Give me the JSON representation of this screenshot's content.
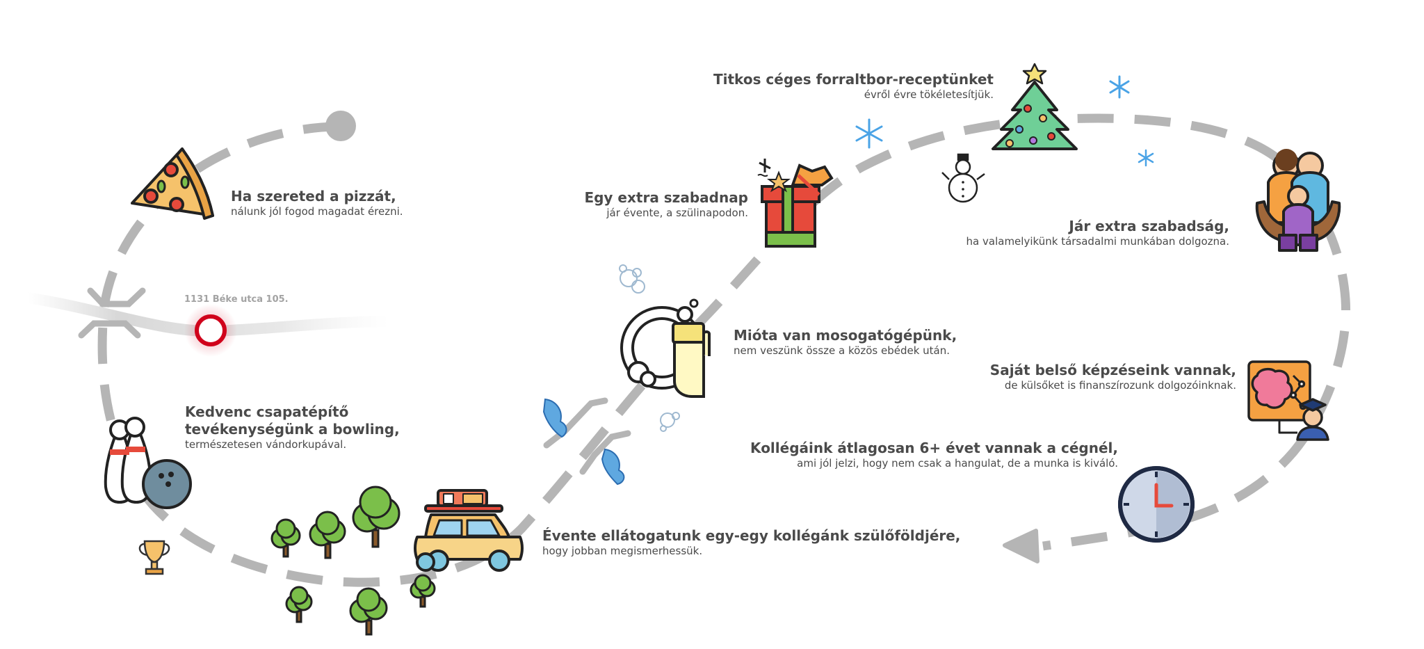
{
  "address": "1131 Béke utca 105.",
  "colors": {
    "path": "#b5b5b5",
    "accent": "#d0021b"
  },
  "items": [
    {
      "title": "Ha szereted a pizzát,",
      "text": "nálunk jól fogod magadat érezni.",
      "icon": "pizza-icon"
    },
    {
      "title": "Kedvenc csapatépítő",
      "title2": "tevékenységünk a bowling,",
      "text": "természetesen vándorkupával.",
      "icon": "bowling-icon"
    },
    {
      "title": "Évente ellátogatunk egy-egy kollégánk szülőföldjére,",
      "text": "hogy jobban megismerhessük.",
      "icon": "car-icon"
    },
    {
      "title": "Mióta van mosogatógépünk,",
      "text": "nem veszünk össze a közös ebédek után.",
      "icon": "dish-washing-icon"
    },
    {
      "title": "Egy extra szabadnap",
      "text": "jár évente, a szülinapodon.",
      "icon": "gift-icon"
    },
    {
      "title": "Titkos céges forraltbor-receptünket",
      "text": "évről évre tökéletesítjük.",
      "icon": "christmas-tree-icon"
    },
    {
      "title": "Jár extra szabadság,",
      "text": "ha valamelyikünk társadalmi munkában dolgozna.",
      "icon": "family-icon"
    },
    {
      "title": "Saját belső képzéseink vannak,",
      "text": "de külsőket is finanszírozunk dolgozóinknak.",
      "icon": "training-icon"
    },
    {
      "title": "Kollégáink átlagosan 6+ évet vannak a cégnél,",
      "text": "ami jól jelzi, hogy nem csak a hangulat, de a munka is kiváló.",
      "icon": "clock-icon"
    }
  ]
}
